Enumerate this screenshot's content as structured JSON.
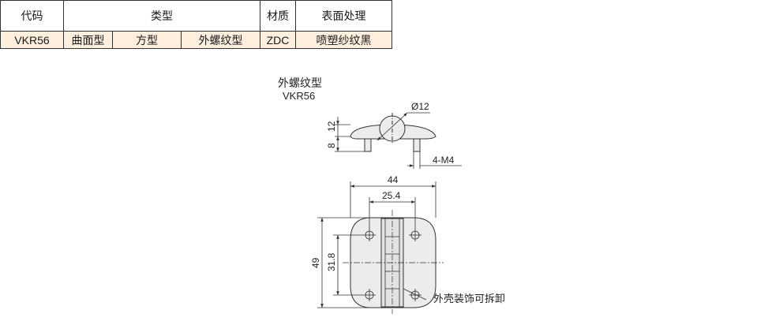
{
  "spec_table": {
    "headers": {
      "code": "代码",
      "type": "类型",
      "material": "材质",
      "surface": "表面处理"
    },
    "row": {
      "code": "VKR56",
      "type_1": "曲面型",
      "type_2": "方型",
      "type_3": "外螺纹型",
      "material": "ZDC",
      "surface": "喷塑纱纹黑"
    }
  },
  "drawing": {
    "caption_type": "外螺纹型",
    "caption_code": "VKR56",
    "dims": {
      "dia": "Ø12",
      "height_top": "12",
      "height_stud": "8",
      "thread": "4-M4",
      "width_total": "44",
      "width_inner": "25.4",
      "height_total": "49",
      "height_inner": "31.8"
    },
    "note": "外壳装饰可拆卸",
    "colors": {
      "table_row_bg": "#fdeedd",
      "part_fill": "#ececec",
      "line": "#333333"
    }
  }
}
